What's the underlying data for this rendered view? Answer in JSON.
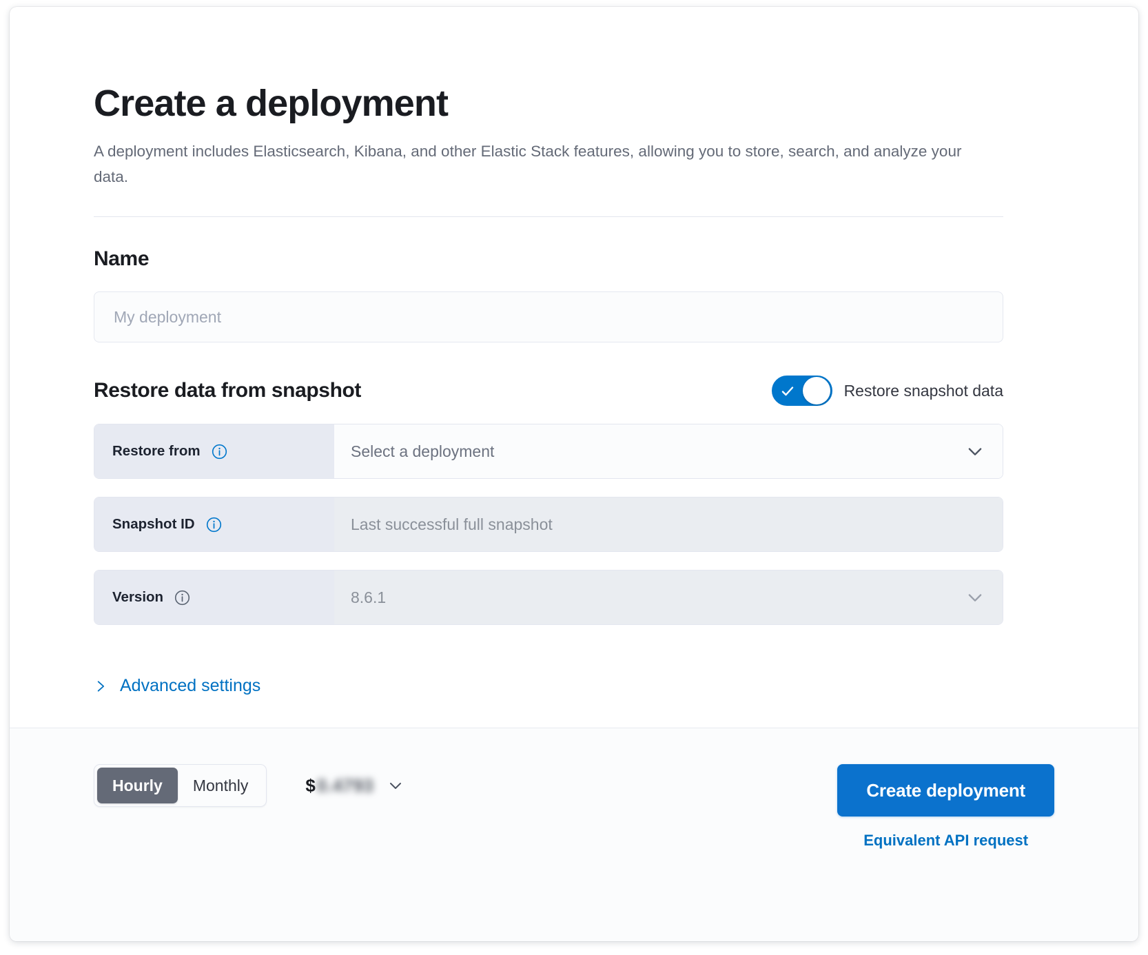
{
  "header": {
    "title": "Create a deployment",
    "description": "A deployment includes Elasticsearch, Kibana, and other Elastic Stack features, allowing you to store, search, and analyze your data."
  },
  "name_section": {
    "title": "Name",
    "input_placeholder": "My deployment",
    "input_value": ""
  },
  "restore_section": {
    "title": "Restore data from snapshot",
    "toggle_label": "Restore snapshot data",
    "toggle_on": true,
    "rows": [
      {
        "label": "Restore from",
        "value": "Select a deployment",
        "has_info": true,
        "has_chevron": true,
        "disabled": false
      },
      {
        "label": "Snapshot ID",
        "value": "Last successful full snapshot",
        "has_info": true,
        "has_chevron": false,
        "disabled": true
      },
      {
        "label": "Version",
        "value": "8.6.1",
        "has_info": true,
        "has_chevron": true,
        "disabled": true
      }
    ],
    "advanced_settings_label": "Advanced settings"
  },
  "footer": {
    "billing_options": [
      {
        "label": "Hourly",
        "selected": true
      },
      {
        "label": "Monthly",
        "selected": false
      }
    ],
    "price_currency": "$",
    "price_value": "0.4793",
    "create_button_label": "Create deployment",
    "api_link_label": "Equivalent API request"
  },
  "colors": {
    "accent_blue": "#0077cc",
    "primary_button": "#0b72cd",
    "link_blue": "#0071c2",
    "segment_active": "#646a77",
    "label_bg": "#e7eaf2"
  }
}
